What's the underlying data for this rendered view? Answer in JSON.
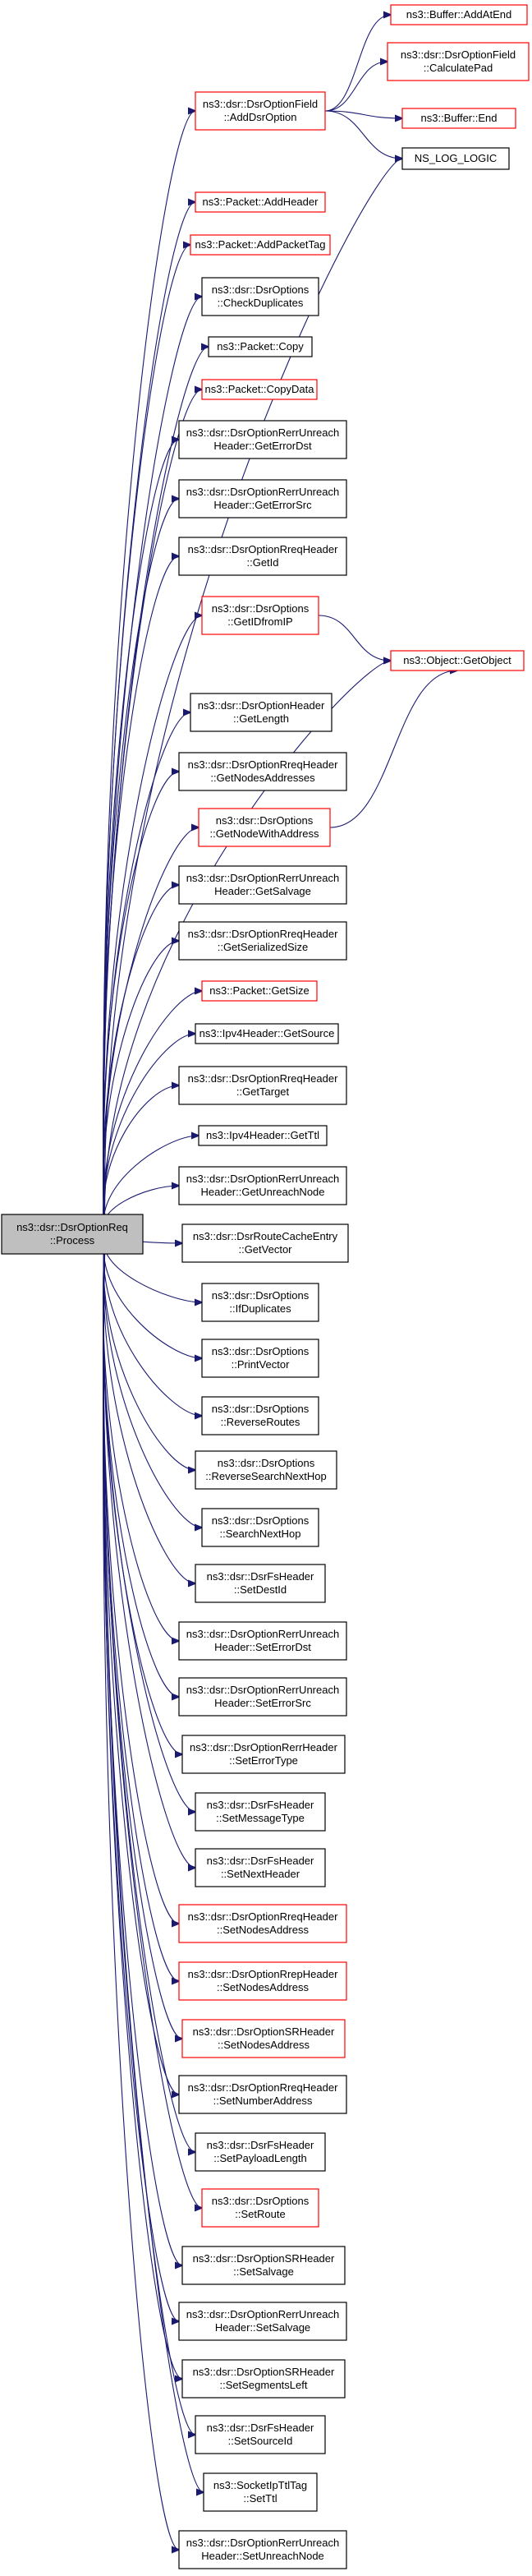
{
  "root": {
    "id": "root",
    "lines": [
      "ns3::dsr::DsrOptionReq",
      "::Process"
    ],
    "style": "root"
  },
  "nodes": [
    {
      "id": "adddsroption",
      "lines": [
        "ns3::dsr::DsrOptionField",
        "::AddDsrOption"
      ],
      "style": "red"
    },
    {
      "id": "addatend",
      "lines": [
        "ns3::Buffer::AddAtEnd"
      ],
      "style": "red"
    },
    {
      "id": "calculatepad",
      "lines": [
        "ns3::dsr::DsrOptionField",
        "::CalculatePad"
      ],
      "style": "red"
    },
    {
      "id": "bufferend",
      "lines": [
        "ns3::Buffer::End"
      ],
      "style": "red"
    },
    {
      "id": "nslog",
      "lines": [
        "NS_LOG_LOGIC"
      ],
      "style": "black"
    },
    {
      "id": "addheader",
      "lines": [
        "ns3::Packet::AddHeader"
      ],
      "style": "red"
    },
    {
      "id": "addpackettag",
      "lines": [
        "ns3::Packet::AddPacketTag"
      ],
      "style": "red"
    },
    {
      "id": "checkduplicates",
      "lines": [
        "ns3::dsr::DsrOptions",
        "::CheckDuplicates"
      ],
      "style": "black"
    },
    {
      "id": "copy",
      "lines": [
        "ns3::Packet::Copy"
      ],
      "style": "black"
    },
    {
      "id": "copydata",
      "lines": [
        "ns3::Packet::CopyData"
      ],
      "style": "red"
    },
    {
      "id": "rerr-geterrordst",
      "lines": [
        "ns3::dsr::DsrOptionRerrUnreach",
        "Header::GetErrorDst"
      ],
      "style": "black"
    },
    {
      "id": "rerr-geterrorsrc",
      "lines": [
        "ns3::dsr::DsrOptionRerrUnreach",
        "Header::GetErrorSrc"
      ],
      "style": "black"
    },
    {
      "id": "rreq-getid",
      "lines": [
        "ns3::dsr::DsrOptionRreqHeader",
        "::GetId"
      ],
      "style": "black"
    },
    {
      "id": "getidfromip",
      "lines": [
        "ns3::dsr::DsrOptions",
        "::GetIDfromIP"
      ],
      "style": "red"
    },
    {
      "id": "getobject",
      "lines": [
        "ns3::Object::GetObject"
      ],
      "style": "red"
    },
    {
      "id": "getlength",
      "lines": [
        "ns3::dsr::DsrOptionHeader",
        "::GetLength"
      ],
      "style": "black"
    },
    {
      "id": "getnodesaddresses",
      "lines": [
        "ns3::dsr::DsrOptionRreqHeader",
        "::GetNodesAddresses"
      ],
      "style": "black"
    },
    {
      "id": "getnodewithaddress",
      "lines": [
        "ns3::dsr::DsrOptions",
        "::GetNodeWithAddress"
      ],
      "style": "red"
    },
    {
      "id": "rerr-getsalvage",
      "lines": [
        "ns3::dsr::DsrOptionRerrUnreach",
        "Header::GetSalvage"
      ],
      "style": "black"
    },
    {
      "id": "getserializedsize",
      "lines": [
        "ns3::dsr::DsrOptionRreqHeader",
        "::GetSerializedSize"
      ],
      "style": "black"
    },
    {
      "id": "getsize",
      "lines": [
        "ns3::Packet::GetSize"
      ],
      "style": "red"
    },
    {
      "id": "getsource",
      "lines": [
        "ns3::Ipv4Header::GetSource"
      ],
      "style": "black"
    },
    {
      "id": "gettarget",
      "lines": [
        "ns3::dsr::DsrOptionRreqHeader",
        "::GetTarget"
      ],
      "style": "black"
    },
    {
      "id": "getttl",
      "lines": [
        "ns3::Ipv4Header::GetTtl"
      ],
      "style": "black"
    },
    {
      "id": "getunreachnode",
      "lines": [
        "ns3::dsr::DsrOptionRerrUnreach",
        "Header::GetUnreachNode"
      ],
      "style": "black"
    },
    {
      "id": "getvector",
      "lines": [
        "ns3::dsr::DsrRouteCacheEntry",
        "::GetVector"
      ],
      "style": "black"
    },
    {
      "id": "ifduplicates",
      "lines": [
        "ns3::dsr::DsrOptions",
        "::IfDuplicates"
      ],
      "style": "black"
    },
    {
      "id": "printvector",
      "lines": [
        "ns3::dsr::DsrOptions",
        "::PrintVector"
      ],
      "style": "black"
    },
    {
      "id": "reverseroutes",
      "lines": [
        "ns3::dsr::DsrOptions",
        "::ReverseRoutes"
      ],
      "style": "black"
    },
    {
      "id": "reversesearchnexthop",
      "lines": [
        "ns3::dsr::DsrOptions",
        "::ReverseSearchNextHop"
      ],
      "style": "black"
    },
    {
      "id": "searchnexthop",
      "lines": [
        "ns3::dsr::DsrOptions",
        "::SearchNextHop"
      ],
      "style": "black"
    },
    {
      "id": "setdestid",
      "lines": [
        "ns3::dsr::DsrFsHeader",
        "::SetDestId"
      ],
      "style": "black"
    },
    {
      "id": "rerr-seterrordst",
      "lines": [
        "ns3::dsr::DsrOptionRerrUnreach",
        "Header::SetErrorDst"
      ],
      "style": "black"
    },
    {
      "id": "rerr-seterrorsrc",
      "lines": [
        "ns3::dsr::DsrOptionRerrUnreach",
        "Header::SetErrorSrc"
      ],
      "style": "black"
    },
    {
      "id": "seterrortype",
      "lines": [
        "ns3::dsr::DsrOptionRerrHeader",
        "::SetErrorType"
      ],
      "style": "black"
    },
    {
      "id": "setmessagetype",
      "lines": [
        "ns3::dsr::DsrFsHeader",
        "::SetMessageType"
      ],
      "style": "black"
    },
    {
      "id": "setnextheader",
      "lines": [
        "ns3::dsr::DsrFsHeader",
        "::SetNextHeader"
      ],
      "style": "black"
    },
    {
      "id": "rreq-setnodesaddress",
      "lines": [
        "ns3::dsr::DsrOptionRreqHeader",
        "::SetNodesAddress"
      ],
      "style": "red"
    },
    {
      "id": "rrep-setnodesaddress",
      "lines": [
        "ns3::dsr::DsrOptionRrepHeader",
        "::SetNodesAddress"
      ],
      "style": "red"
    },
    {
      "id": "sr-setnodesaddress",
      "lines": [
        "ns3::dsr::DsrOptionSRHeader",
        "::SetNodesAddress"
      ],
      "style": "red"
    },
    {
      "id": "setnumberaddress",
      "lines": [
        "ns3::dsr::DsrOptionRreqHeader",
        "::SetNumberAddress"
      ],
      "style": "black"
    },
    {
      "id": "setpayloadlength",
      "lines": [
        "ns3::dsr::DsrFsHeader",
        "::SetPayloadLength"
      ],
      "style": "black"
    },
    {
      "id": "setroute",
      "lines": [
        "ns3::dsr::DsrOptions",
        "::SetRoute"
      ],
      "style": "red"
    },
    {
      "id": "sr-setsalvage",
      "lines": [
        "ns3::dsr::DsrOptionSRHeader",
        "::SetSalvage"
      ],
      "style": "black"
    },
    {
      "id": "rerr-setsalvage",
      "lines": [
        "ns3::dsr::DsrOptionRerrUnreach",
        "Header::SetSalvage"
      ],
      "style": "black"
    },
    {
      "id": "setsegmentsleft",
      "lines": [
        "ns3::dsr::DsrOptionSRHeader",
        "::SetSegmentsLeft"
      ],
      "style": "black"
    },
    {
      "id": "setsourceid",
      "lines": [
        "ns3::dsr::DsrFsHeader",
        "::SetSourceId"
      ],
      "style": "black"
    },
    {
      "id": "setttl",
      "lines": [
        "ns3::SocketIpTtlTag",
        "::SetTtl"
      ],
      "style": "black"
    },
    {
      "id": "setunreachnode",
      "lines": [
        "ns3::dsr::DsrOptionRerrUnreach",
        "Header::SetUnreachNode"
      ],
      "style": "black"
    }
  ],
  "edges": [
    [
      "root",
      "adddsroption"
    ],
    [
      "root",
      "nslog"
    ],
    [
      "root",
      "addheader"
    ],
    [
      "root",
      "addpackettag"
    ],
    [
      "root",
      "checkduplicates"
    ],
    [
      "root",
      "copy"
    ],
    [
      "root",
      "copydata"
    ],
    [
      "root",
      "rerr-geterrordst"
    ],
    [
      "root",
      "rerr-geterrorsrc"
    ],
    [
      "root",
      "rreq-getid"
    ],
    [
      "root",
      "getidfromip"
    ],
    [
      "root",
      "getobject"
    ],
    [
      "root",
      "getlength"
    ],
    [
      "root",
      "getnodesaddresses"
    ],
    [
      "root",
      "getnodewithaddress"
    ],
    [
      "root",
      "rerr-getsalvage"
    ],
    [
      "root",
      "getserializedsize"
    ],
    [
      "root",
      "getsize"
    ],
    [
      "root",
      "getsource"
    ],
    [
      "root",
      "gettarget"
    ],
    [
      "root",
      "getttl"
    ],
    [
      "root",
      "getunreachnode"
    ],
    [
      "root",
      "getvector"
    ],
    [
      "root",
      "ifduplicates"
    ],
    [
      "root",
      "printvector"
    ],
    [
      "root",
      "reverseroutes"
    ],
    [
      "root",
      "reversesearchnexthop"
    ],
    [
      "root",
      "searchnexthop"
    ],
    [
      "root",
      "setdestid"
    ],
    [
      "root",
      "rerr-seterrordst"
    ],
    [
      "root",
      "rerr-seterrorsrc"
    ],
    [
      "root",
      "seterrortype"
    ],
    [
      "root",
      "setmessagetype"
    ],
    [
      "root",
      "setnextheader"
    ],
    [
      "root",
      "rreq-setnodesaddress"
    ],
    [
      "root",
      "rrep-setnodesaddress"
    ],
    [
      "root",
      "sr-setnodesaddress"
    ],
    [
      "root",
      "setnumberaddress"
    ],
    [
      "root",
      "setpayloadlength"
    ],
    [
      "root",
      "setroute"
    ],
    [
      "root",
      "sr-setsalvage"
    ],
    [
      "root",
      "rerr-setsalvage"
    ],
    [
      "root",
      "setsegmentsleft"
    ],
    [
      "root",
      "setsourceid"
    ],
    [
      "root",
      "setttl"
    ],
    [
      "root",
      "setunreachnode"
    ],
    [
      "adddsroption",
      "addatend"
    ],
    [
      "adddsroption",
      "calculatepad"
    ],
    [
      "adddsroption",
      "bufferend"
    ],
    [
      "adddsroption",
      "nslog"
    ],
    [
      "getidfromip",
      "getobject"
    ],
    [
      "getnodewithaddress",
      "getobject"
    ]
  ]
}
